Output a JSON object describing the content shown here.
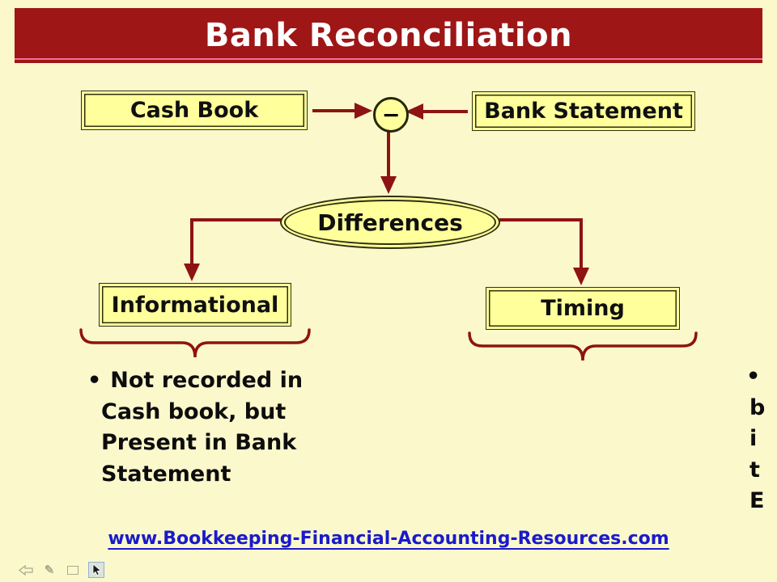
{
  "title": "Bank Reconciliation",
  "diagram": {
    "cash_book_label": "Cash Book",
    "bank_statement_label": "Bank Statement",
    "minus_symbol": "−",
    "differences_label": "Differences",
    "informational_label": "Informational",
    "timing_label": "Timing"
  },
  "notes": {
    "left": {
      "bullet": "•",
      "lines": [
        "Not recorded in",
        "Cash book, but",
        "Present in Bank",
        "Statement"
      ]
    },
    "right": {
      "bullet": "•",
      "visible_fragments": [
        "b",
        "i",
        "t",
        "E"
      ]
    }
  },
  "footer": {
    "link_text": "www.Bookkeeping-Financial-Accounting-Resources.com"
  },
  "toolbar": {
    "pen_glyph": "✎"
  },
  "colors": {
    "background": "#FBF8CC",
    "title_bar": "#9E1616",
    "title_text": "#FFFFFF",
    "title_accent": "#F0719C",
    "node_fill": "#FFFF9B",
    "node_border": "#30300F",
    "connector": "#8E1313",
    "body_text": "#0D0D0D",
    "link": "#1A1ACC"
  }
}
